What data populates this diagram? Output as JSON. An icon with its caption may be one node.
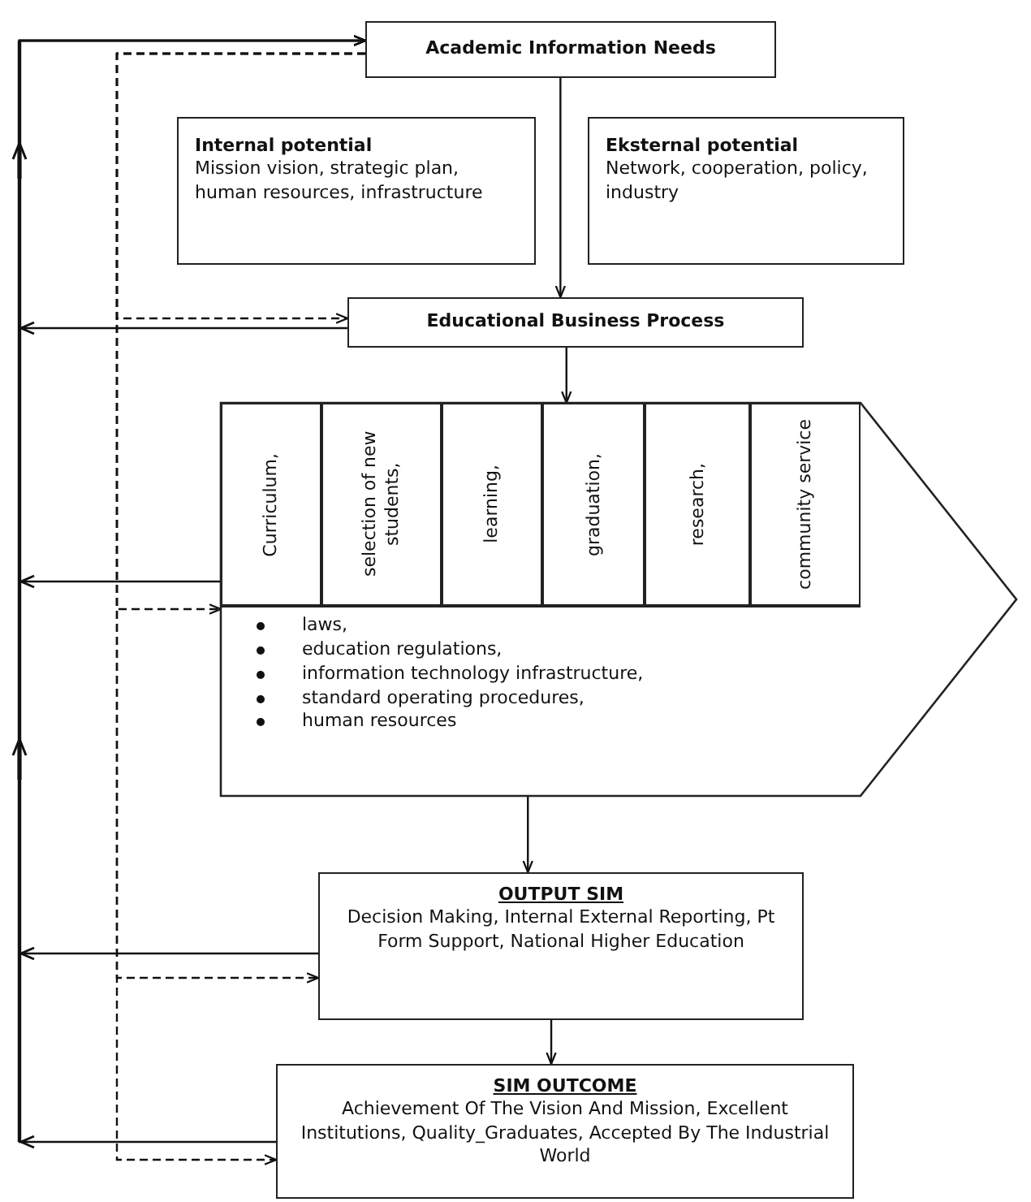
{
  "diagram": {
    "nodes": [
      {
        "text": [
          "Academic Information Needs"
        ]
      },
      {
        "text": [
          "Internal potential",
          "Mission vision, strategic plan, human resources, infrastructure"
        ]
      },
      {
        "text": [
          "Eksternal potential",
          "Network, cooperation, policy, industry"
        ]
      },
      {
        "text": [
          "Educational Business Process"
        ]
      },
      {
        "text": [],
        "shape": "pentagon"
      },
      {
        "text": [
          "Curriculum,"
        ],
        "in": 4
      },
      {
        "text": [
          "selection of new students,"
        ],
        "in": 4
      },
      {
        "text": [
          "learning,"
        ],
        "in": 4
      },
      {
        "text": [
          "graduation,"
        ],
        "in": 4
      },
      {
        "text": [
          "research,"
        ],
        "in": 4
      },
      {
        "text": [
          "community service"
        ],
        "in": 4
      },
      {
        "text": [
          "laws,",
          "education regulations,",
          "information technology infrastructure,",
          "standard operating procedures,",
          "human resources"
        ],
        "in": 4
      },
      {
        "text": [
          "OUTPUT SIM",
          "Decision Making, Internal External Reporting, Pt Form Support, National Higher Education"
        ]
      },
      {
        "text": [
          "SIM OUTCOME",
          "Achievement Of The Vision And Mission, Excellent Institutions, Quality_Graduates, Accepted By The Industrial World"
        ]
      }
    ],
    "edges": [
      {
        "from": 0,
        "to": 3,
        "arrow": "to"
      },
      {
        "from": 3,
        "to": 4,
        "arrow": "to"
      },
      {
        "from": 11,
        "to": 12,
        "arrow": "to"
      },
      {
        "from": 12,
        "to": 13,
        "arrow": "to"
      },
      {
        "from": 3,
        "to": 0,
        "arrow": "to"
      },
      {
        "from": 4,
        "to": 0,
        "arrow": "to"
      },
      {
        "from": 12,
        "to": 0,
        "arrow": "to"
      },
      {
        "from": 13,
        "to": 0,
        "arrow": "to"
      },
      {
        "from": 0,
        "to": 3,
        "arrow": "to",
        "style": "dashed"
      },
      {
        "from": 0,
        "to": 11,
        "arrow": "to",
        "style": "dashed"
      },
      {
        "from": 0,
        "to": 12,
        "arrow": "to",
        "style": "dashed"
      },
      {
        "from": 0,
        "to": 13,
        "arrow": "to",
        "style": "dashed"
      }
    ]
  }
}
